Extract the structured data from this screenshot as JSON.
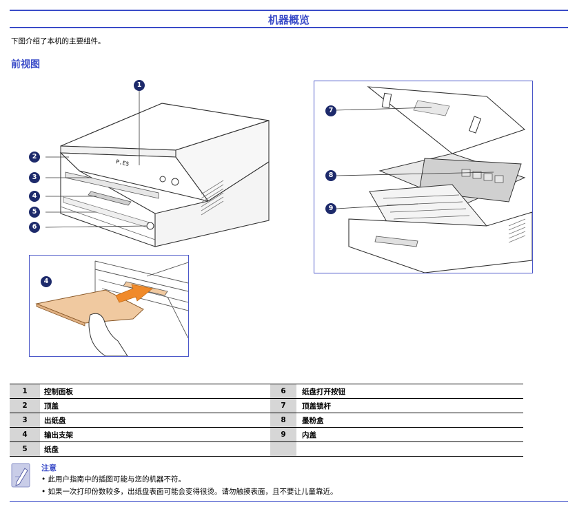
{
  "page": {
    "title": "机器概览",
    "intro": "下图介绍了本机的主要组件。",
    "section_title": "前视图"
  },
  "callouts": {
    "c1": "1",
    "c2": "2",
    "c3": "3",
    "c4": "4",
    "c5": "5",
    "c6": "6",
    "c4b": "4",
    "c7": "7",
    "c8": "8",
    "c9": "9",
    "panel_display": "P.E5"
  },
  "parts": [
    {
      "left_num": "1",
      "left_label": "控制面板",
      "right_num": "6",
      "right_label": "纸盘打开按钮"
    },
    {
      "left_num": "2",
      "left_label": "顶盖",
      "right_num": "7",
      "right_label": "顶盖锁杆"
    },
    {
      "left_num": "3",
      "left_label": "出纸盘",
      "right_num": "8",
      "right_label": "墨粉盒"
    },
    {
      "left_num": "4",
      "left_label": "输出支架",
      "right_num": "9",
      "right_label": "内盖"
    },
    {
      "left_num": "5",
      "left_label": "纸盘",
      "right_num": "",
      "right_label": ""
    }
  ],
  "note": {
    "title": "注意",
    "items": [
      "• 此用户指南中的插图可能与您的机器不符。",
      "• 如果一次打印份数较多，出纸盘表面可能会变得很烫。请勿触摸表面，且不要让儿童靠近。"
    ]
  },
  "colors": {
    "accent": "#3b4cc8",
    "callout": "#1d2a6b",
    "arrow": "#f08a2a",
    "tray": "#f0c9a0"
  }
}
